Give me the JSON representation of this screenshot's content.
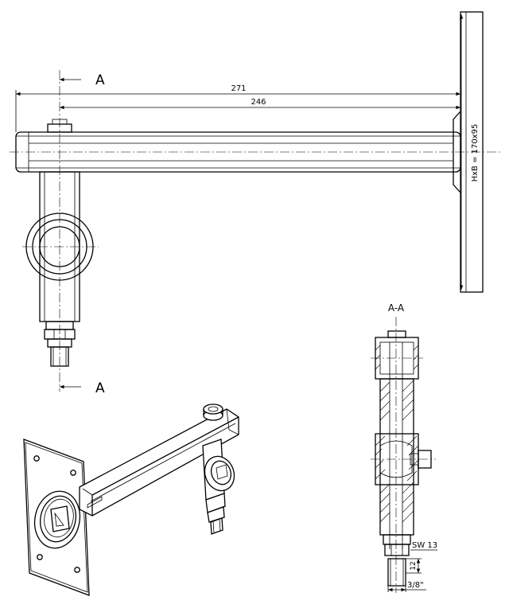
{
  "front_view": {
    "section_marker_top": "A",
    "section_marker_bottom": "A",
    "dim_overall": "271",
    "dim_inner": "246",
    "plate_size": "HxB = 170x95"
  },
  "section_view": {
    "title": "A-A",
    "wrench_size": "SW 13",
    "dim_height": "12",
    "thread": "3/8\""
  }
}
